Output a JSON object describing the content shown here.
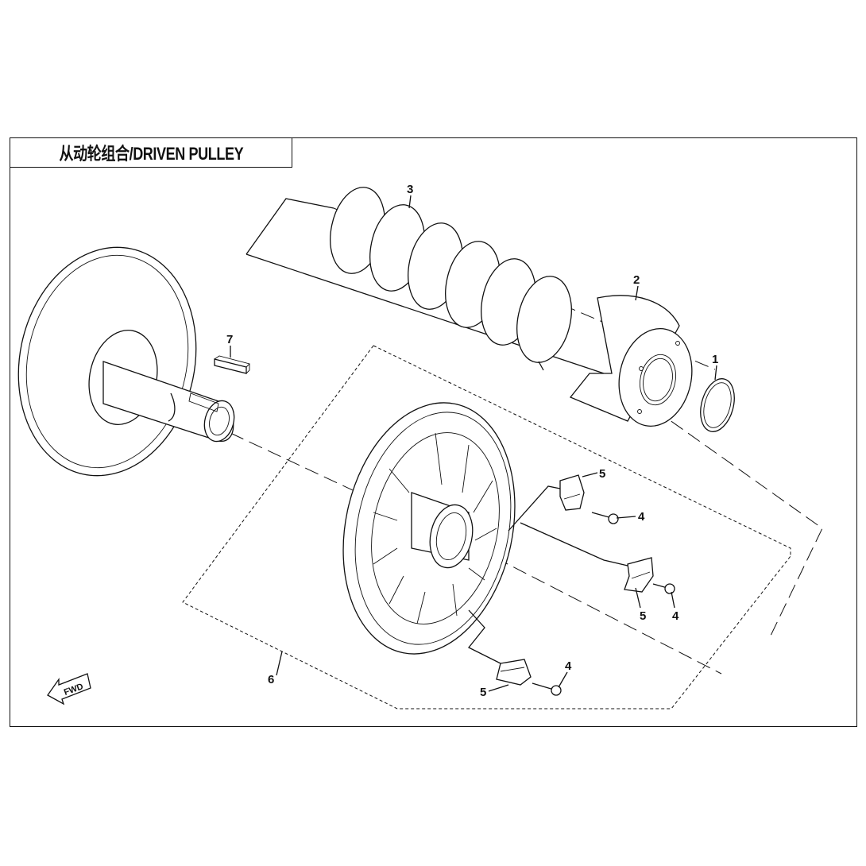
{
  "title": "从动轮组合/DRIVEN PULLEY",
  "callouts": {
    "c1": "1",
    "c2": "2",
    "c3": "3",
    "c4a": "4",
    "c4b": "4",
    "c4c": "4",
    "c5a": "5",
    "c5b": "5",
    "c5c": "5",
    "c6": "6",
    "c7": "7"
  },
  "fwd_label": "FWD",
  "colors": {
    "line": "#111111",
    "background": "#ffffff"
  }
}
